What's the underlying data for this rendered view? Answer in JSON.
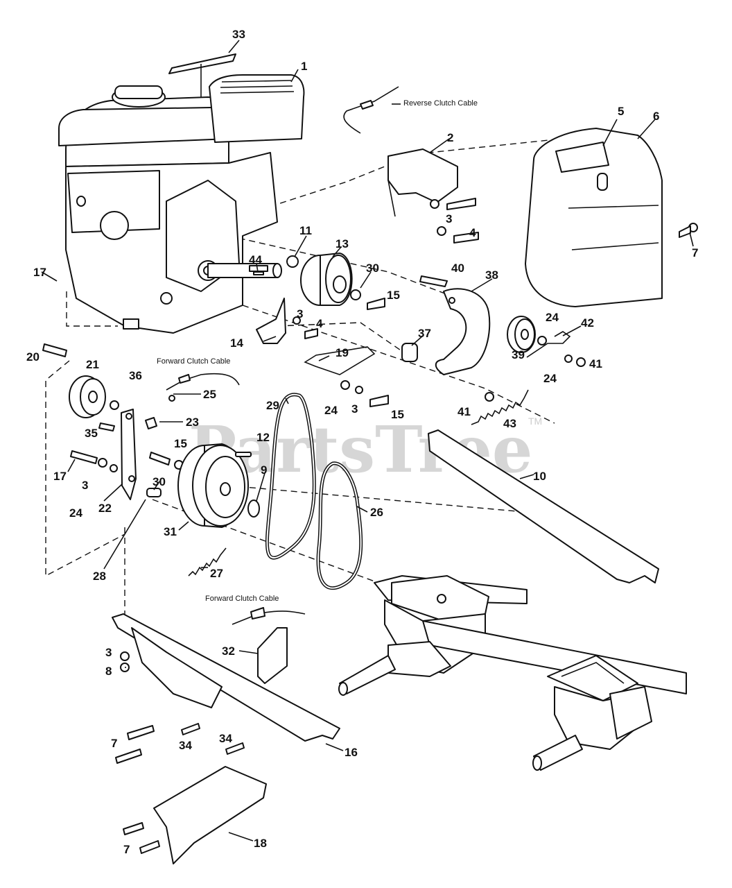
{
  "watermark": {
    "text": "PartsTree",
    "trademark": "TM"
  },
  "cables": {
    "reverse": "Reverse Clutch Cable",
    "forward_upper": "Forward Clutch Cable",
    "forward_lower": "Forward Clutch Cable"
  },
  "callouts": {
    "c1": "1",
    "c2": "2",
    "c3a": "3",
    "c3b": "3",
    "c3c": "3",
    "c3d": "3",
    "c3e": "3",
    "c4a": "4",
    "c4b": "4",
    "c5": "5",
    "c6": "6",
    "c7a": "7",
    "c7b": "7",
    "c7c": "7",
    "c8": "8",
    "c9": "9",
    "c10": "10",
    "c11": "11",
    "c12": "12",
    "c13": "13",
    "c14": "14",
    "c15a": "15",
    "c15b": "15",
    "c15c": "15",
    "c16": "16",
    "c17a": "17",
    "c17b": "17",
    "c18": "18",
    "c19": "19",
    "c20": "20",
    "c21": "21",
    "c22": "22",
    "c23": "23",
    "c24a": "24",
    "c24b": "24",
    "c24c": "24",
    "c24d": "24",
    "c25": "25",
    "c26": "26",
    "c27": "27",
    "c28": "28",
    "c29": "29",
    "c30a": "30",
    "c30b": "30",
    "c31": "31",
    "c32": "32",
    "c33": "33",
    "c34a": "34",
    "c34b": "34",
    "c35": "35",
    "c36": "36",
    "c37": "37",
    "c38": "38",
    "c39": "39",
    "c40": "40",
    "c41a": "41",
    "c41b": "41",
    "c42": "42",
    "c43": "43",
    "c44": "44"
  }
}
